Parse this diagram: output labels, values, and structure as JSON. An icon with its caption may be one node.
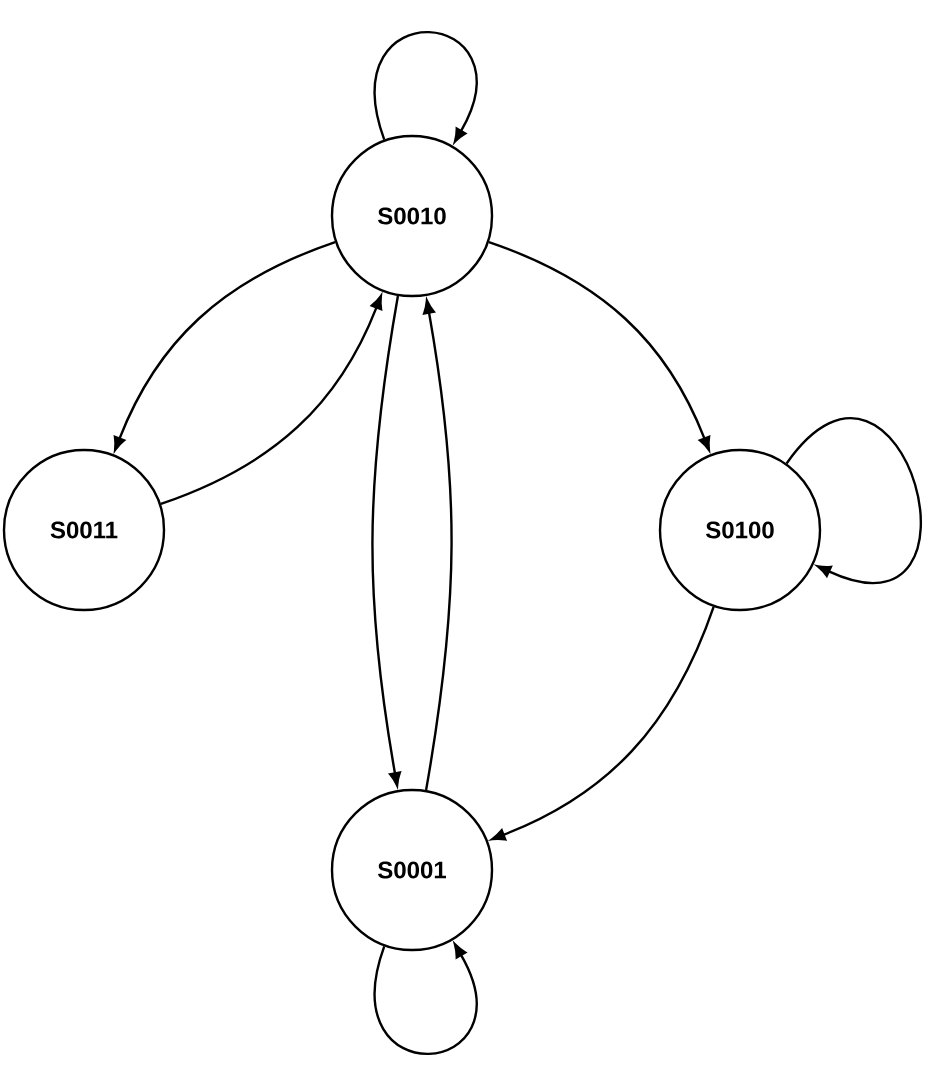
{
  "diagram": {
    "nodes": [
      {
        "text": [
          "S0010"
        ]
      },
      {
        "text": [
          "S0011"
        ]
      },
      {
        "text": [
          "S0100"
        ]
      },
      {
        "text": [
          "S0001"
        ]
      }
    ],
    "edges": [
      {
        "from": 0,
        "to": 0,
        "arrow": "to"
      },
      {
        "from": 0,
        "to": 1,
        "arrow": "to"
      },
      {
        "from": 1,
        "to": 0,
        "arrow": "to"
      },
      {
        "from": 0,
        "to": 2,
        "arrow": "to"
      },
      {
        "from": 2,
        "to": 2,
        "arrow": "to"
      },
      {
        "from": 2,
        "to": 3,
        "arrow": "to"
      },
      {
        "from": 0,
        "to": 3,
        "arrow": "to"
      },
      {
        "from": 3,
        "to": 0,
        "arrow": "to"
      },
      {
        "from": 3,
        "to": 3,
        "arrow": "to"
      }
    ]
  }
}
